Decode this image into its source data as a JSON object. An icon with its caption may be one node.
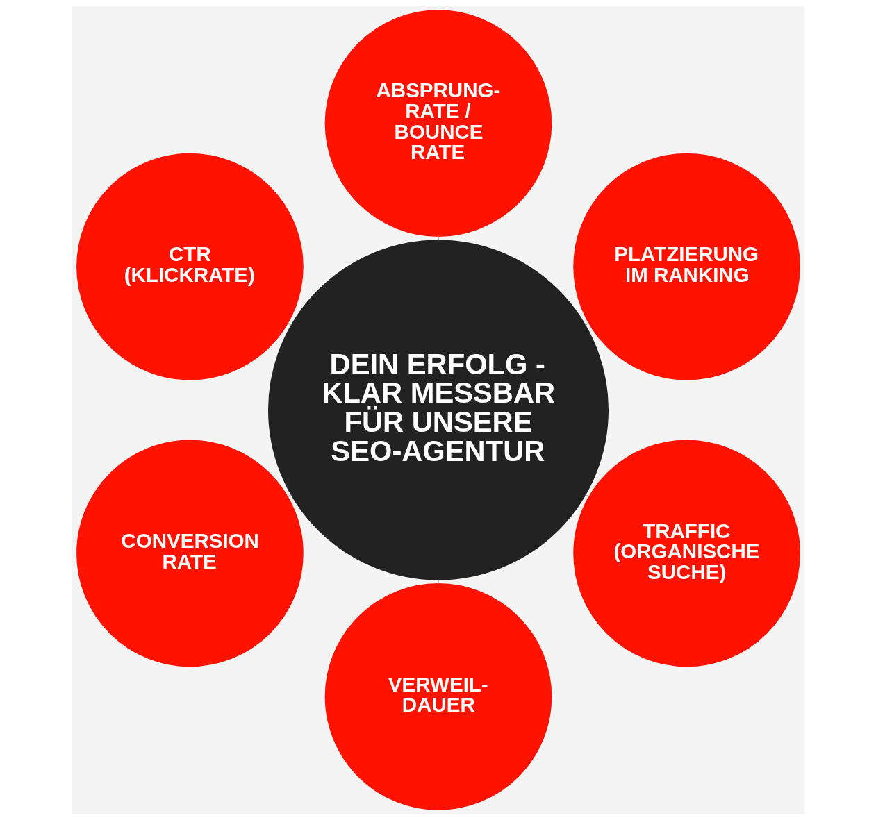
{
  "diagram": {
    "nodes": [
      {
        "text": [
          "DEIN ERFOLG - KLAR MESSBAR FÜR UNSERE SEO-AGENTUR"
        ]
      },
      {
        "text": [
          "PLATZIERUNG IM RANKING"
        ]
      },
      {
        "text": [
          "ABSPRUNG- RATE / BOUNCE RATE"
        ]
      },
      {
        "text": [
          "CTR (KLICKRATE)"
        ]
      },
      {
        "text": [
          "CONVERSION RATE"
        ]
      },
      {
        "text": [
          "VERWEIL- DAUER"
        ]
      },
      {
        "text": [
          "TRAFFIC (ORGANISCHE SUCHE)"
        ]
      }
    ],
    "edges": [
      {
        "from": 0,
        "to": 2,
        "arrow": "none"
      },
      {
        "from": 0,
        "to": 4,
        "arrow": "none"
      },
      {
        "from": 0,
        "to": 6,
        "arrow": "none"
      },
      {
        "from": 0,
        "to": 5,
        "arrow": "none"
      },
      {
        "from": 0,
        "to": 3,
        "arrow": "none"
      },
      {
        "from": 0,
        "to": 1,
        "arrow": "none"
      }
    ]
  }
}
